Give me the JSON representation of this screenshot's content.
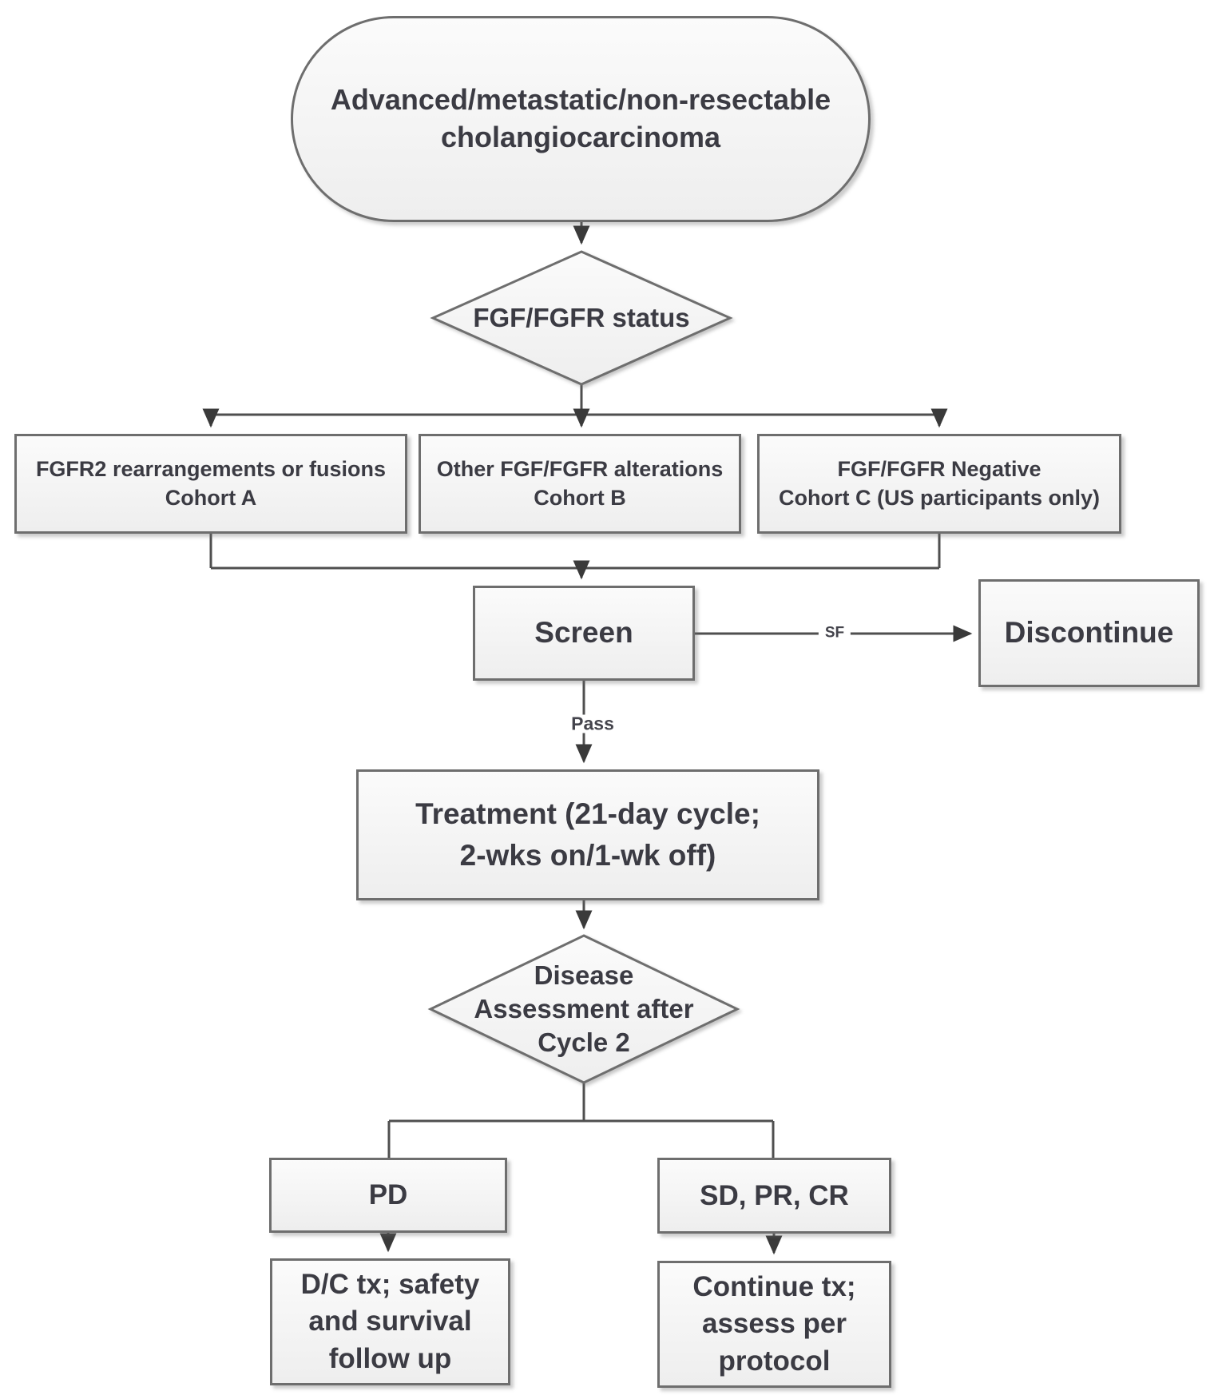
{
  "nodes": {
    "start": {
      "lines": [
        "Advanced/metastatic/non-resectable",
        "cholangiocarcinoma"
      ]
    },
    "status": {
      "lines": [
        "FGF/FGFR status"
      ]
    },
    "cohort_a": {
      "lines": [
        "FGFR2 rearrangements or fusions",
        "Cohort A"
      ]
    },
    "cohort_b": {
      "lines": [
        "Other FGF/FGFR alterations",
        "Cohort B"
      ]
    },
    "cohort_c": {
      "lines": [
        "FGF/FGFR Negative",
        "Cohort C (US participants only)"
      ]
    },
    "screen": {
      "lines": [
        "Screen"
      ]
    },
    "discontinue": {
      "lines": [
        "Discontinue"
      ]
    },
    "treatment": {
      "lines": [
        "Treatment (21-day cycle;",
        "2-wks on/1-wk off)"
      ]
    },
    "assessment": {
      "lines": [
        "Disease",
        "Assessment after",
        "Cycle 2"
      ]
    },
    "pd": {
      "lines": [
        "PD"
      ]
    },
    "sdprcr": {
      "lines": [
        "SD, PR, CR"
      ]
    },
    "dctx": {
      "lines": [
        "D/C tx; safety",
        "and survival",
        "follow up"
      ]
    },
    "continuetx": {
      "lines": [
        "Continue tx;",
        "assess per",
        "protocol"
      ]
    }
  },
  "edges": {
    "screen_fail_label": "SF",
    "screen_pass_label": "Pass"
  },
  "colors": {
    "shape_border": "#6e6e6e",
    "connector": "#4f4f4f",
    "arrowhead": "#3a3a3a",
    "text": "#3b3b43",
    "shape_fill_top": "#fbfbfb",
    "shape_fill_bottom": "#eeeeee",
    "background": "#ffffff"
  }
}
